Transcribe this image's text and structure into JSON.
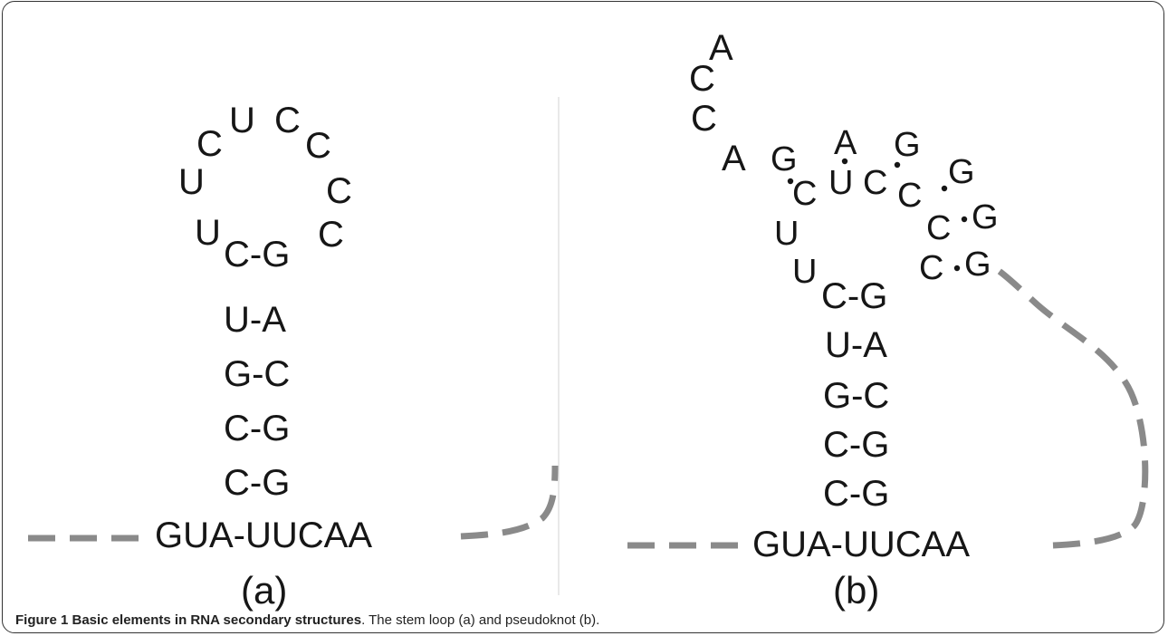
{
  "figure": {
    "caption_bold": "Figure 1 Basic elements in RNA secondary structures",
    "caption_rest": ". The stem loop (a) and pseudoknot (b)."
  },
  "panel_a": {
    "label": "(a)",
    "loop": [
      "C",
      "U",
      "C",
      "C",
      "U",
      "C",
      "U",
      "C"
    ],
    "pairs": [
      "C-G",
      "U-A",
      "G-C",
      "C-G",
      "C-G"
    ],
    "base": "GUA-UUCAA"
  },
  "panel_b": {
    "label": "(b)",
    "tail": [
      "A",
      "C",
      "C",
      "A"
    ],
    "loop_top": [
      "G",
      "A",
      "G",
      "C",
      "U",
      "C",
      "C",
      "G",
      "C",
      "G",
      "C",
      "G"
    ],
    "loop_left": [
      "U",
      "U"
    ],
    "pairs": [
      "C-G",
      "U-A",
      "G-C",
      "C-G",
      "C-G"
    ],
    "base": "GUA-UUCAA"
  }
}
